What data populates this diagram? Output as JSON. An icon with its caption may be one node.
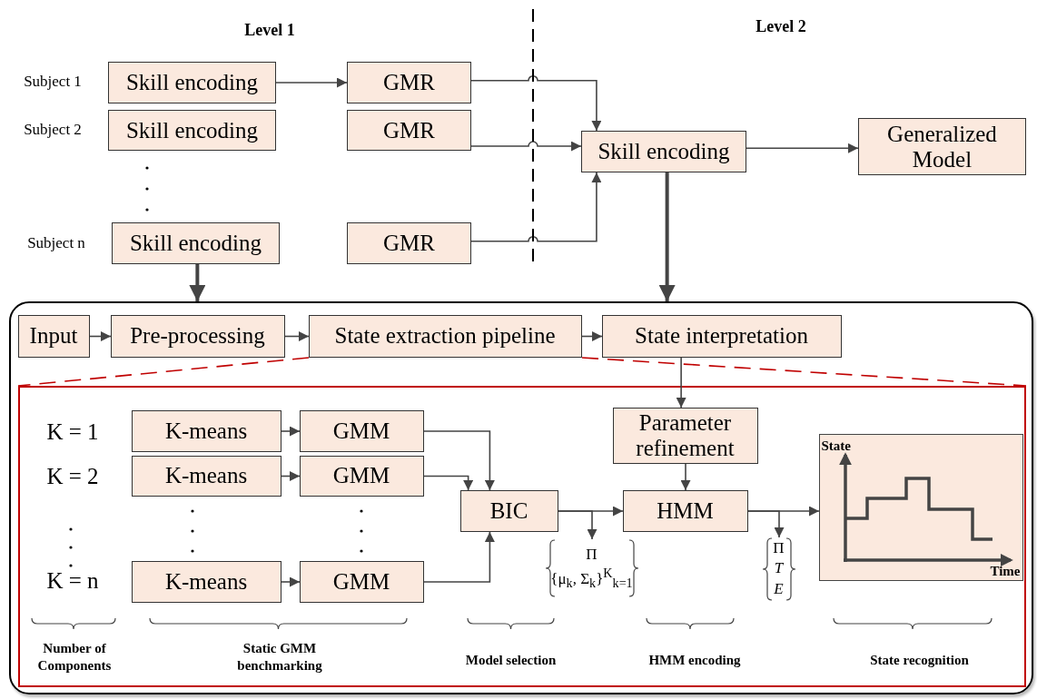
{
  "diagram": {
    "nodes": [
      {
        "text": [
          "Skill encoding"
        ],
        "beside": [
          "Subject 1"
        ]
      },
      {
        "text": [
          "GMR"
        ]
      },
      {
        "text": [
          "Skill encoding"
        ],
        "beside": [
          "Subject 2"
        ]
      },
      {
        "text": [
          "GMR"
        ]
      },
      {
        "text": [
          "Skill encoding"
        ],
        "beside": [
          "Subject n"
        ]
      },
      {
        "text": [
          "GMR"
        ]
      },
      {
        "text": [
          "Skill encoding"
        ]
      },
      {
        "text": [
          "Generalized Model"
        ]
      },
      {
        "text": [],
        "shape": "box"
      },
      {
        "text": [
          "Input"
        ],
        "in": 8
      },
      {
        "text": [
          "Pre-processing"
        ],
        "in": 8
      },
      {
        "text": [
          "State extraction pipeline"
        ],
        "in": 8
      },
      {
        "text": [
          "State interpretation"
        ],
        "in": 8
      },
      {
        "text": [],
        "shape": "box",
        "in": 8
      },
      {
        "text": [
          "K-means"
        ],
        "in": 13,
        "beside": [
          "K = 1"
        ]
      },
      {
        "text": [
          "GMM"
        ],
        "in": 13
      },
      {
        "text": [
          "K-means"
        ],
        "in": 13,
        "beside": [
          "K = 2"
        ]
      },
      {
        "text": [
          "GMM"
        ],
        "in": 13
      },
      {
        "text": [
          "K-means"
        ],
        "in": 13,
        "beside": [
          "K = n"
        ]
      },
      {
        "text": [
          "GMM"
        ],
        "in": 13
      },
      {
        "text": [
          "BIC"
        ],
        "in": 13
      },
      {
        "text": [
          "Parameter refinement"
        ],
        "in": 13
      },
      {
        "text": [
          "HMM"
        ],
        "in": 13
      },
      {
        "text": [
          "State",
          "Time"
        ],
        "in": 13
      },
      {
        "text": [
          "Π",
          "{μ$_{k}$, Σ$_{k}$}$^{K}$$_{k=1}$"
        ],
        "in": 13
      },
      {
        "text": [
          "Π",
          "T",
          "E"
        ],
        "in": 13
      }
    ],
    "edges": [
      {
        "from": 0,
        "to": 1,
        "arrow": "to"
      },
      {
        "from": 1,
        "to": 6,
        "arrow": "to"
      },
      {
        "from": 3,
        "to": 6,
        "arrow": "to"
      },
      {
        "from": 5,
        "to": 6,
        "arrow": "to"
      },
      {
        "from": 6,
        "to": 7,
        "arrow": "to"
      },
      {
        "from": 4,
        "to": 8,
        "arrow": "to",
        "style": "thick"
      },
      {
        "from": 6,
        "to": 8,
        "arrow": "to",
        "style": "thick"
      },
      {
        "from": 9,
        "to": 10,
        "arrow": "to"
      },
      {
        "from": 10,
        "to": 11,
        "arrow": "to"
      },
      {
        "from": 11,
        "to": 12,
        "arrow": "to"
      },
      {
        "from": 12,
        "to": 21,
        "arrow": "to"
      },
      {
        "from": 14,
        "to": 15,
        "arrow": "to"
      },
      {
        "from": 16,
        "to": 17,
        "arrow": "to"
      },
      {
        "from": 18,
        "to": 19,
        "arrow": "to"
      },
      {
        "from": 15,
        "to": 20,
        "arrow": "to"
      },
      {
        "from": 17,
        "to": 20,
        "arrow": "to"
      },
      {
        "from": 19,
        "to": 20,
        "arrow": "to"
      },
      {
        "from": 20,
        "to": 22,
        "arrow": "to"
      },
      {
        "from": 21,
        "to": 22,
        "arrow": "to"
      },
      {
        "from": 22,
        "to": 23,
        "arrow": "to"
      },
      {
        "from": 20,
        "to": 24,
        "arrow": "to"
      },
      {
        "from": 22,
        "to": 25,
        "arrow": "to"
      },
      {
        "from": 11,
        "to": 13,
        "arrow": "none",
        "style": "dashed",
        "color": "#c00000"
      },
      {
        "from": 11,
        "to": 13,
        "arrow": "none",
        "style": "dashed",
        "color": "#c00000"
      }
    ],
    "labels": [
      "Level 1",
      "Level 2",
      "Number of Components",
      "Static GMM benchmarking",
      "Model selection",
      "HMM encoding",
      "State recognition"
    ]
  }
}
